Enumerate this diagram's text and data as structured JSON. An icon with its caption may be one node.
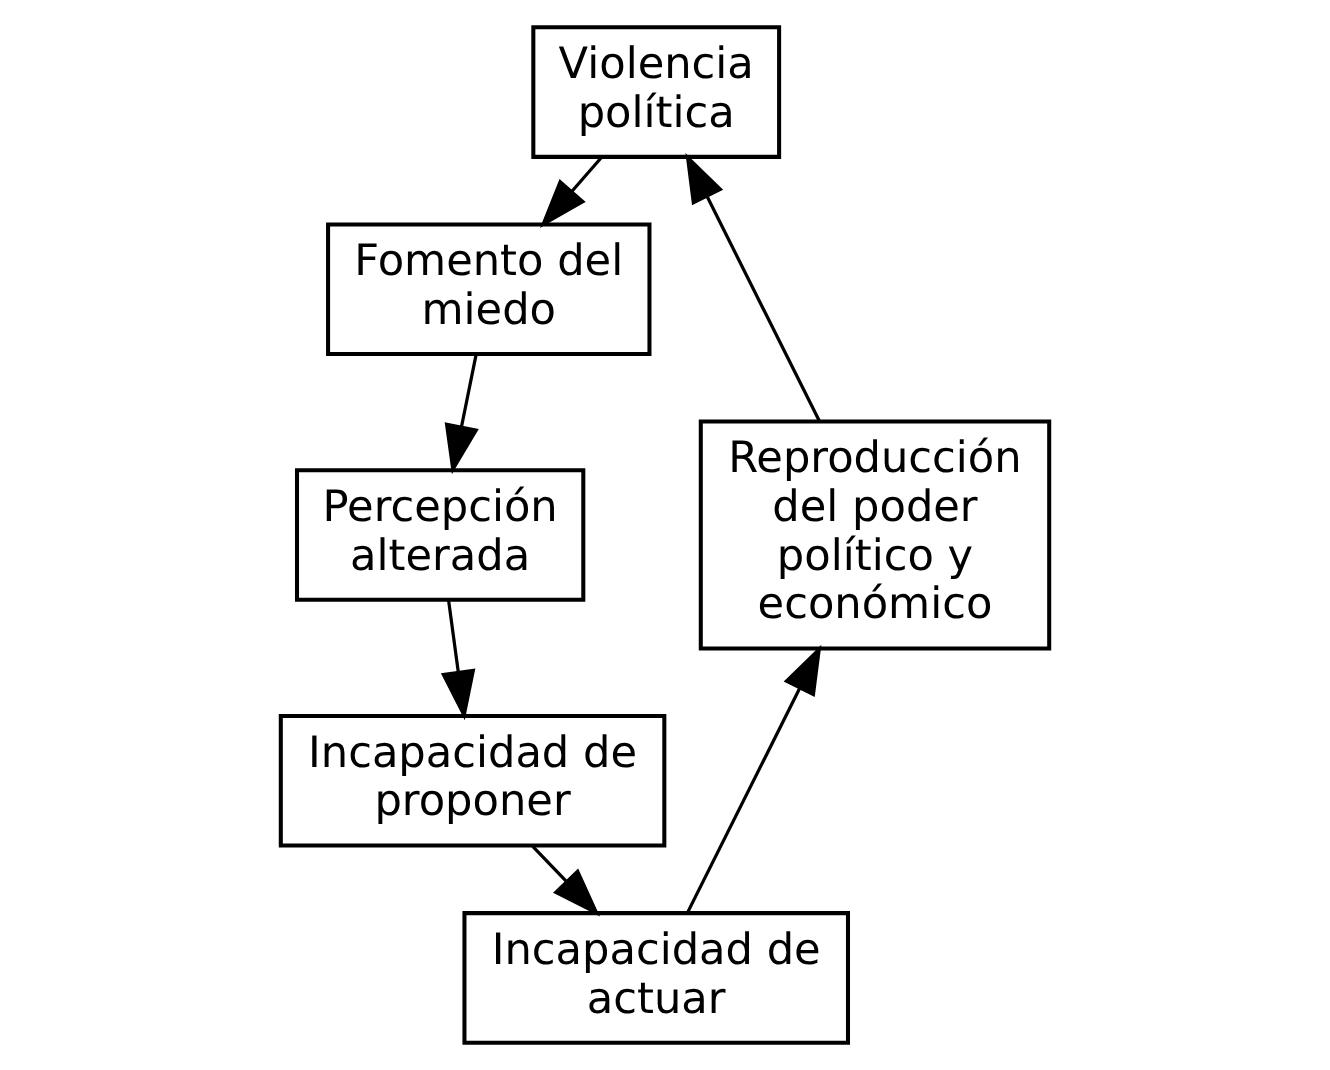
{
  "diagram": {
    "nodes": [
      {
        "text": [
          "Violencia política"
        ]
      },
      {
        "text": [
          "Fomento del miedo"
        ]
      },
      {
        "text": [
          "Percepción alterada"
        ]
      },
      {
        "text": [
          "Incapacidad de proponer"
        ]
      },
      {
        "text": [
          "Incapacidad de actuar"
        ]
      },
      {
        "text": [
          "Reproducción del poder político y económico"
        ]
      }
    ],
    "edges": [
      {
        "from": 0,
        "to": 1,
        "arrow": "to"
      },
      {
        "from": 1,
        "to": 2,
        "arrow": "to"
      },
      {
        "from": 2,
        "to": 3,
        "arrow": "to"
      },
      {
        "from": 3,
        "to": 4,
        "arrow": "to"
      },
      {
        "from": 4,
        "to": 5,
        "arrow": "to"
      },
      {
        "from": 5,
        "to": 0,
        "arrow": "to"
      }
    ]
  }
}
